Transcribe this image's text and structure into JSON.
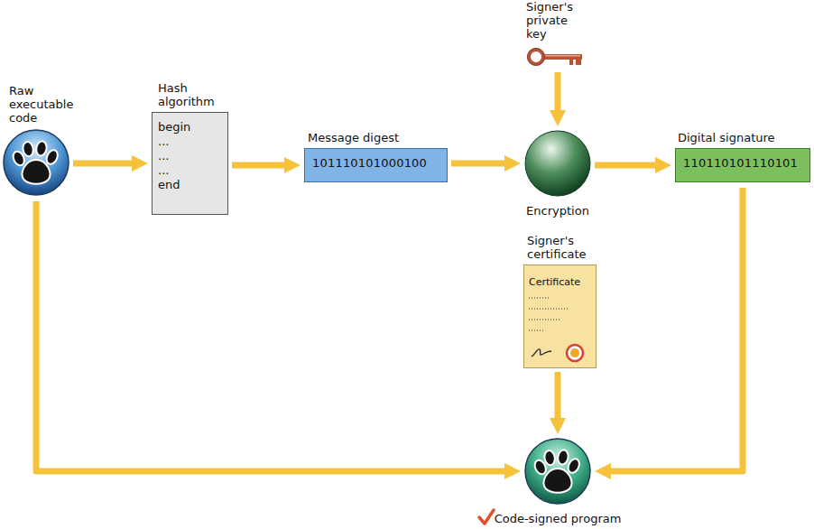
{
  "diagram": {
    "nodes": [
      {
        "text": [
          "Raw executable code"
        ]
      },
      {
        "text": [
          "Hash algorithm",
          "begin ... ... ... end"
        ]
      },
      {
        "text": [
          "Message digest",
          "101110101000100"
        ]
      },
      {
        "text": [
          "Encryption"
        ]
      },
      {
        "text": [
          "Digital signature",
          "110110101110101"
        ]
      },
      {
        "text": [
          "Signer's private key"
        ]
      },
      {
        "text": [
          "Signer's certificate",
          "Certificate"
        ]
      },
      {
        "text": [
          "Code-signed program"
        ]
      }
    ],
    "edges": [
      {
        "from": 0,
        "to": 1,
        "arrow": "to"
      },
      {
        "from": 1,
        "to": 2,
        "arrow": "to"
      },
      {
        "from": 2,
        "to": 3,
        "arrow": "to"
      },
      {
        "from": 3,
        "to": 4,
        "arrow": "to"
      },
      {
        "from": 5,
        "to": 3,
        "arrow": "to"
      },
      {
        "from": 4,
        "to": 7,
        "arrow": "to"
      },
      {
        "from": 6,
        "to": 7,
        "arrow": "to"
      },
      {
        "from": 0,
        "to": 7,
        "arrow": "to"
      }
    ]
  }
}
